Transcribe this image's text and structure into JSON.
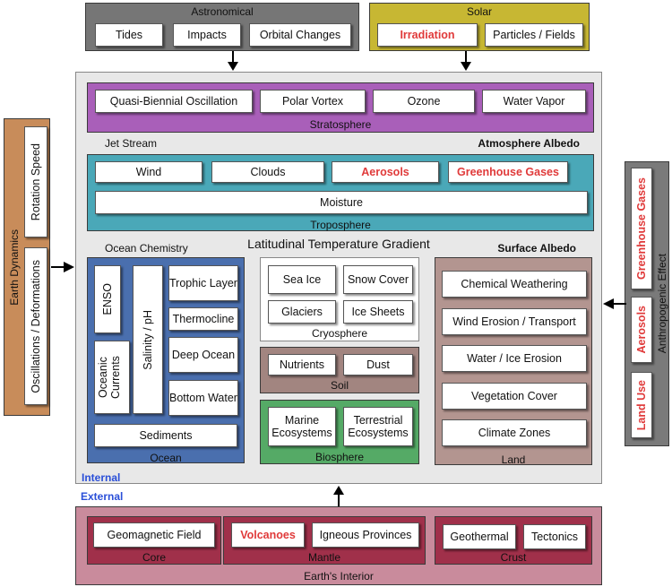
{
  "astronomical": {
    "title": "Astronomical",
    "items": [
      "Tides",
      "Impacts",
      "Orbital Changes"
    ]
  },
  "solar": {
    "title": "Solar",
    "items": [
      "Irradiation",
      "Particles / Fields"
    ]
  },
  "stratosphere": {
    "title": "Stratosphere",
    "items": [
      "Quasi-Biennial Oscillation",
      "Polar Vortex",
      "Ozone",
      "Water Vapor"
    ]
  },
  "labels": {
    "jet_stream": "Jet Stream",
    "atmosphere_albedo": "Atmosphere Albedo",
    "ocean_chemistry": "Ocean Chemistry",
    "temperature_gradient": "Latitudinal Temperature Gradient",
    "surface_albedo": "Surface Albedo",
    "internal": "Internal",
    "external": "External"
  },
  "troposphere": {
    "title": "Troposphere",
    "items": [
      "Wind",
      "Clouds",
      "Aerosols",
      "Greenhouse Gases"
    ],
    "moisture": "Moisture"
  },
  "ocean": {
    "title": "Ocean",
    "enso": "ENSO",
    "currents": "Oceanic Currents",
    "salinity": "Salinity / pH",
    "items": [
      "Trophic Layer",
      "Thermocline",
      "Deep Ocean",
      "Bottom Water"
    ],
    "sediments": "Sediments"
  },
  "cryosphere": {
    "title": "Cryosphere",
    "items": [
      "Sea Ice",
      "Snow Cover",
      "Glaciers",
      "Ice Sheets"
    ]
  },
  "soil": {
    "title": "Soil",
    "items": [
      "Nutrients",
      "Dust"
    ]
  },
  "biosphere": {
    "title": "Biosphere",
    "items": [
      "Marine Ecosystems",
      "Terrestrial Ecosystems"
    ]
  },
  "land": {
    "title": "Land",
    "items": [
      "Chemical Weathering",
      "Wind Erosion / Transport",
      "Water / Ice Erosion",
      "Vegetation Cover",
      "Climate Zones"
    ]
  },
  "earth_dynamics": {
    "title": "Earth Dynamics",
    "items": [
      "Rotation Speed",
      "Oscillations / Deformations"
    ]
  },
  "anthropogenic": {
    "title": "Anthropogenic Effect",
    "items": [
      "Greenhouse Gases",
      "Aerosols",
      "Land Use"
    ]
  },
  "interior": {
    "title": "Earth's Interior",
    "core": {
      "title": "Core",
      "items": [
        "Geomagnetic Field"
      ]
    },
    "mantle": {
      "title": "Mantle",
      "items": [
        "Volcanoes",
        "Igneous Provinces"
      ]
    },
    "crust": {
      "title": "Crust",
      "items": [
        "Geothermal",
        "Tectonics"
      ]
    }
  },
  "colors": {
    "highlight_red": "#e03a3a",
    "internal_blue": "#2a4fd8",
    "astro_bg": "#777777",
    "solar_bg": "#c8b832",
    "strato_bg": "#a95fb9",
    "tropo_bg": "#4aa8b8",
    "ocean_bg": "#4a6fae",
    "bio_bg": "#55aa66",
    "soil_bg": "#a28580",
    "land_bg": "#b39590",
    "earth_dyn_bg": "#c88c5a",
    "interior_bg": "#a0304a"
  }
}
